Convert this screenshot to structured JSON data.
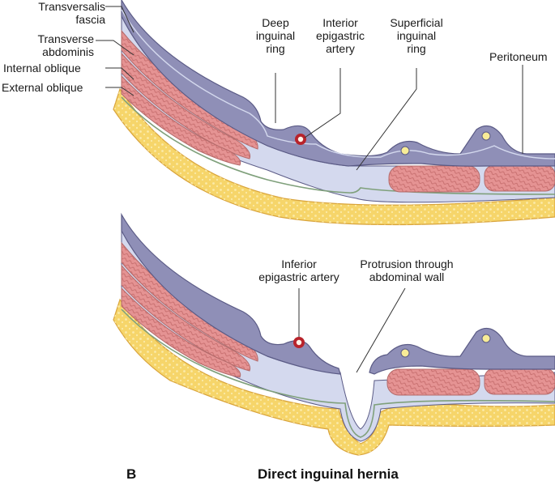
{
  "colors": {
    "peritoneum": "#8f8fb7",
    "peritoneum_edge": "#5b5b86",
    "fascia": "#d4d9ee",
    "muscle": "#e59393",
    "muscle_fiber": "#c56d6d",
    "muscle_outline": "#b26a6a",
    "fat": "#f6d56a",
    "fat_edge": "#d9a43c",
    "fat_dot": "#fbeaa8",
    "green_layer": "#7fa07b",
    "artery_ring": "#b8232b",
    "artery_core": "#fff3e8",
    "vessel": "#f8ec97"
  },
  "top_panel": {
    "labels": {
      "transversalis_fascia": [
        "Transversalis",
        "fascia"
      ],
      "transverse_abdominis": [
        "Transverse",
        "abdominis"
      ],
      "internal_oblique": "Internal oblique",
      "external_oblique": "External oblique",
      "deep_inguinal_ring": [
        "Deep",
        "inguinal",
        "ring"
      ],
      "interior_epigastric_artery": [
        "Interior",
        "epigastric",
        "artery"
      ],
      "superficial_inguinal_ring": [
        "Superficial",
        "inguinal",
        "ring"
      ],
      "peritoneum": "Peritoneum"
    }
  },
  "bottom_panel": {
    "labels": {
      "inferior_epigastric_artery": [
        "Inferior",
        "epigastric artery"
      ],
      "protrusion": [
        "Protrusion through",
        "abdominal wall"
      ]
    }
  },
  "caption": {
    "panel_letter": "B",
    "title": "Direct inguinal hernia"
  }
}
